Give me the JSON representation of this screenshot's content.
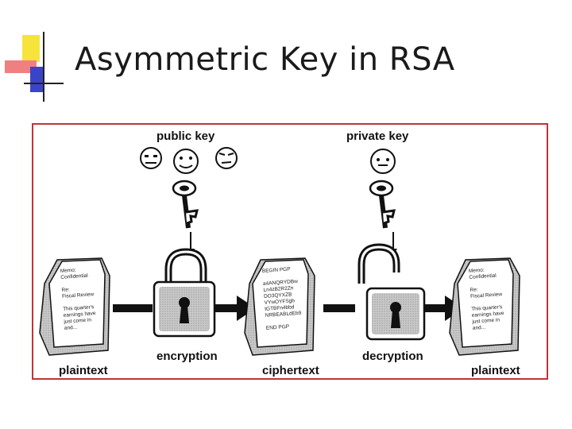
{
  "slide": {
    "title": "Asymmetric Key in RSA"
  },
  "diagram": {
    "labels": {
      "public_key": "public key",
      "private_key": "private key",
      "encryption": "encryption",
      "decryption": "decryption",
      "plaintext_left": "plaintext",
      "ciphertext": "ciphertext",
      "plaintext_right": "plaintext"
    },
    "plaintext_doc": {
      "lines": [
        "Memo:",
        "Confidential",
        "",
        "Re:",
        "Fiscal Review",
        "",
        "This quarter's",
        "earnings have",
        "just come in",
        "and..."
      ]
    },
    "plaintext_doc_right": {
      "lines": [
        "Memo:",
        "Confidential",
        "",
        "Re:",
        "Fiscal Review",
        "",
        "This quarter's",
        "earnings have",
        "just come in",
        "and..."
      ]
    },
    "ciphertext_doc": {
      "lines": [
        "BEGIN PGP",
        "",
        "a4ANQRYDBw",
        "Ln4zB2R2Zn",
        "DO3QYXZB",
        "VYwOYFSgb",
        "tGTBFn4bbd",
        "NRBEABLdEb9",
        "",
        "END PGP"
      ]
    }
  }
}
